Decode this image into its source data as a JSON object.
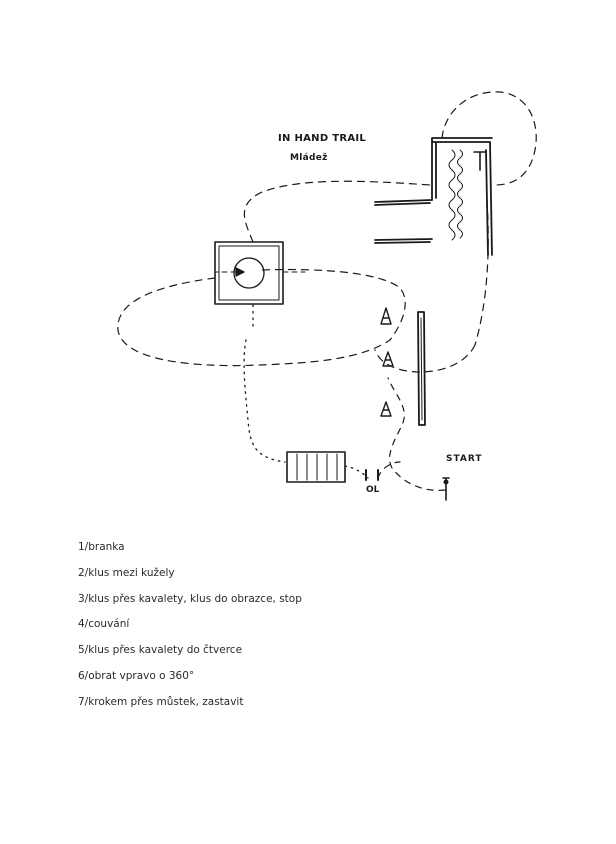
{
  "title": "IN HAND TRAIL",
  "subtitle": "Mládež",
  "labels": {
    "start": "START",
    "ol": "OL"
  },
  "steps": [
    "1/branka",
    "2/klus mezi kužely",
    "3/klus přes kavalety, klus do obrazce, stop",
    "4/couvání",
    "5/klus přes kavalety do čtverce",
    "6/obrat vpravo o 360°",
    "7/krokem přes můstek, zastavit"
  ],
  "colors": {
    "ink": "#1a1a1a",
    "paper": "#ffffff"
  }
}
